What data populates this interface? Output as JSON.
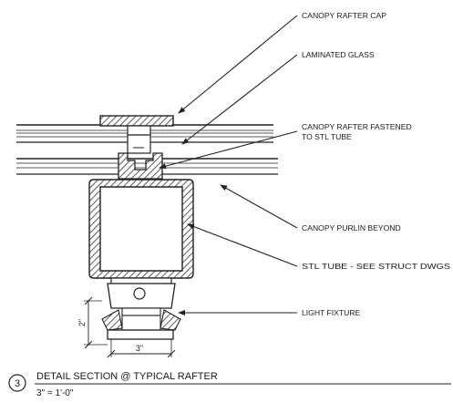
{
  "labels": {
    "rafter_cap": "CANOPY RAFTER CAP",
    "laminated_glass": "LAMINATED GLASS",
    "rafter_fastened_line1": "CANOPY RAFTER FASTENED",
    "rafter_fastened_line2": "TO STL TUBE",
    "purlin_beyond": "CANOPY PURLIN BEYOND",
    "stl_tube": "STL TUBE - SEE STRUCT DWGS",
    "light_fixture": "LIGHT FIXTURE"
  },
  "dimensions": {
    "height": "2\"",
    "width": "3\""
  },
  "title_block": {
    "detail_number": "3",
    "title": "DETAIL SECTION @ TYPICAL RAFTER",
    "scale": "3\" = 1'-0\""
  }
}
